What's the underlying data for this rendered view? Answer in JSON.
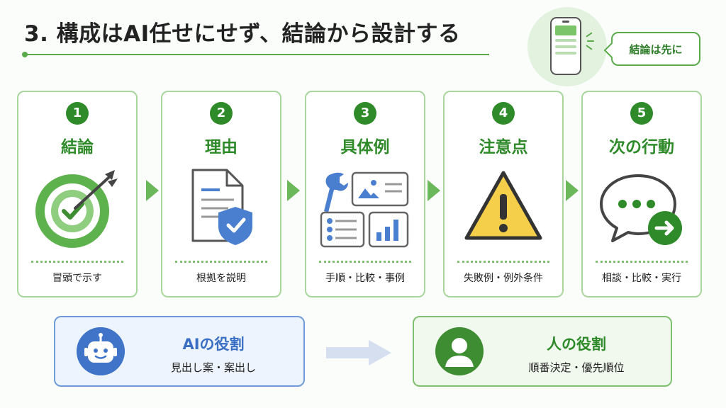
{
  "header": {
    "title": "3. 構成はAI任せにせず、結論から設計する",
    "bubble_text": "結論は先に"
  },
  "steps": [
    {
      "num": "1",
      "title": "結論",
      "text": "冒頭で示す",
      "icon": "target-check-icon"
    },
    {
      "num": "2",
      "title": "理由",
      "text": "根拠を説明",
      "icon": "document-shield-icon"
    },
    {
      "num": "3",
      "title": "具体例",
      "text": "手順・比較・事例",
      "icon": "examples-collage-icon"
    },
    {
      "num": "4",
      "title": "注意点",
      "text": "失敗例・例外条件",
      "icon": "warning-icon"
    },
    {
      "num": "5",
      "title": "次の行動",
      "text": "相談・比較・実行",
      "icon": "chat-arrow-icon"
    }
  ],
  "roles": {
    "ai": {
      "title": "AIの役割",
      "text": "見出し案・案出し",
      "icon": "robot-icon"
    },
    "human": {
      "title": "人の役割",
      "text": "順番決定・優先順位",
      "icon": "person-icon"
    }
  },
  "colors": {
    "green": "#2f8a2a",
    "light_green": "#a9d69c",
    "blue": "#3f74c9"
  }
}
